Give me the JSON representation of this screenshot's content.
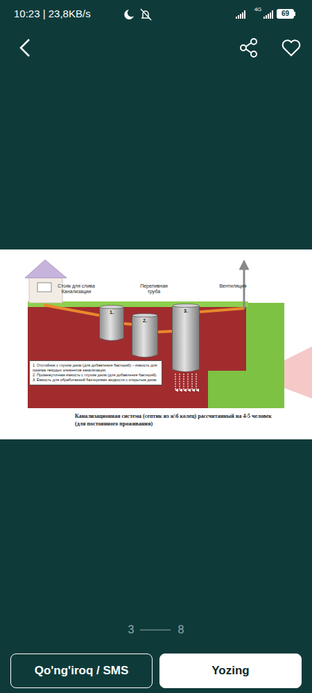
{
  "diagram": {
    "caption": "Канализационная система (септик из ж\\б колец) рассчитанный на 4-5 человек (для постоянного проживания)",
    "nodes": [
      {
        "text": [
          "1."
        ]
      },
      {
        "text": [
          "2."
        ]
      },
      {
        "text": [
          "3."
        ]
      },
      {
        "text": [
          "1. Отстойник с глухим дном (для добавления бактерий) – ёмкость для приёма твёрдых элементов канализации.",
          "2. Промежуточная ёмкость с глухим дном (для добавления бактерий).",
          "3. Ёмкость для обработанной бактериями жидкости с открытым дном."
        ]
      },
      {
        "text": [
          "Qo'ng'iroq / SMS"
        ]
      },
      {
        "text": [
          "Yozing"
        ]
      }
    ],
    "edges": [
      {
        "from": 0,
        "to": 1,
        "arrow": "none"
      },
      {
        "from": 1,
        "to": 2,
        "arrow": "none"
      }
    ],
    "labels": [
      "10:23 | 23,8KB/s",
      "4G",
      "69",
      "Стояк для слива Канализации",
      "Переливная труба",
      "Вентиляция",
      "3",
      "8"
    ]
  }
}
